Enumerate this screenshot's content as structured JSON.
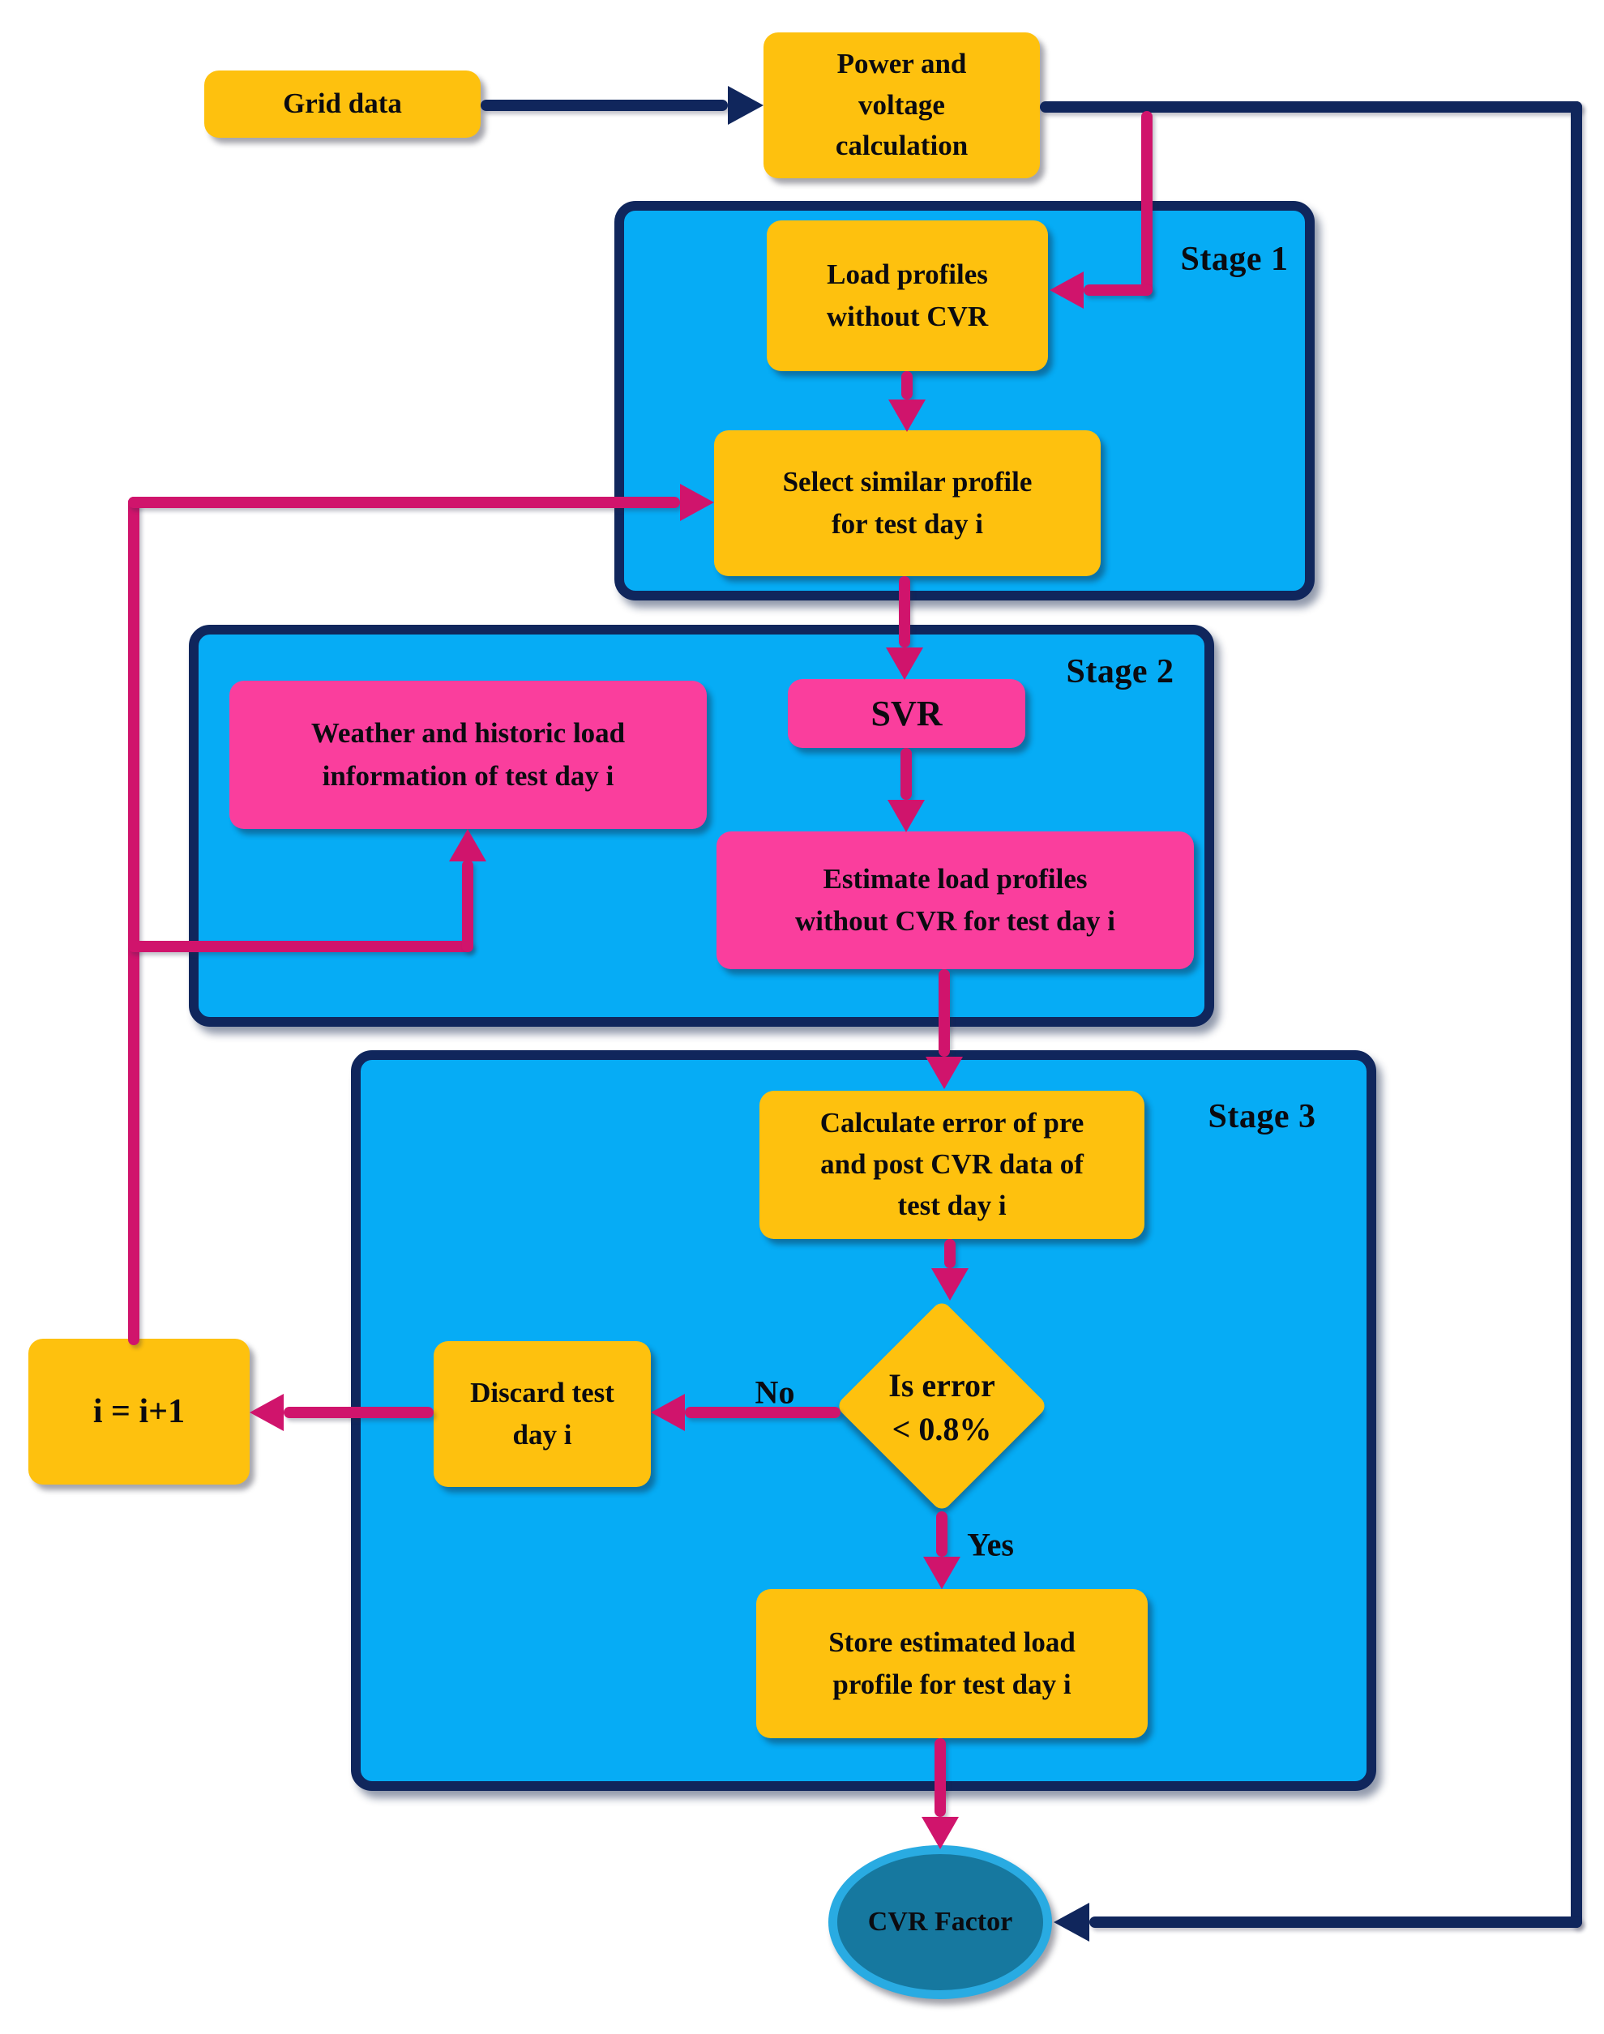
{
  "colors": {
    "orange": "#FEC10E",
    "blue": "#06ACF5",
    "navy": "#10265C",
    "pink": "#FA3E9D",
    "magenta": "#D0146C",
    "teal": "#16789F",
    "lightblue": "#29ABE2",
    "ink": "#0B0B10"
  },
  "stages": [
    "Stage 1",
    "Stage 2",
    "Stage 3"
  ],
  "nodes": {
    "grid_data": {
      "label": "Grid data"
    },
    "power_voltage": {
      "lines": [
        "Power and",
        "voltage",
        "calculation"
      ]
    },
    "load_profiles": {
      "lines": [
        "Load profiles",
        "without CVR"
      ]
    },
    "select_similar": {
      "lines": [
        "Select similar profile",
        "for test day i"
      ]
    },
    "svr": {
      "label": "SVR"
    },
    "weather": {
      "lines": [
        "Weather and historic load",
        "information of test day i"
      ]
    },
    "estimate": {
      "lines": [
        "Estimate load profiles",
        "without CVR for test day i"
      ]
    },
    "calc_error": {
      "lines": [
        "Calculate error of pre",
        "and post CVR data of",
        "test day i"
      ]
    },
    "decision": {
      "lines": [
        "Is error",
        "< 0.8%"
      ]
    },
    "discard": {
      "lines": [
        "Discard test",
        "day i"
      ]
    },
    "store": {
      "lines": [
        "Store estimated load",
        "profile for test day i"
      ]
    },
    "increment": {
      "label": "i = i+1"
    },
    "cvr_factor": {
      "label": "CVR Factor"
    }
  },
  "edge_labels": {
    "no": "No",
    "yes": "Yes"
  }
}
